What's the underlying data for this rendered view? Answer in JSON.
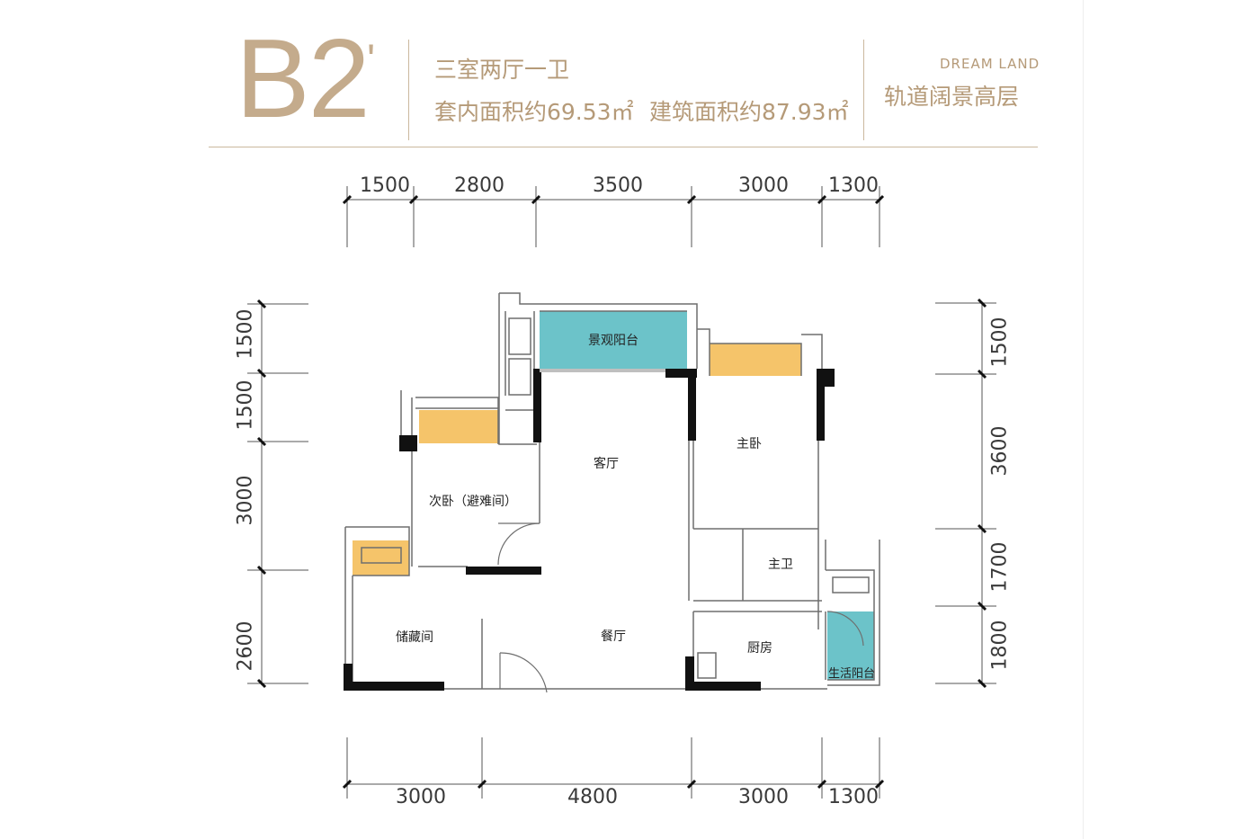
{
  "header": {
    "unit_code": "B2",
    "unit_prime": "'",
    "layout": "三室两厅一卫",
    "inner_area": "套内面积约69.53㎡",
    "building_area": "建筑面积约87.93㎡",
    "brand_en": "DREAM LAND",
    "slogan": "轨道阔景高层"
  },
  "dimensions": {
    "top": [
      "1500",
      "2800",
      "3500",
      "3000",
      "1300"
    ],
    "bottom": [
      "3000",
      "4800",
      "3000",
      "1300"
    ],
    "left": [
      "1500",
      "1500",
      "3000",
      "2600"
    ],
    "right": [
      "1500",
      "3600",
      "1700",
      "1800"
    ]
  },
  "rooms": {
    "view_balcony": "景观阳台",
    "living_room": "客厅",
    "master_bedroom": "主卧",
    "second_bedroom": "次卧（避难间）",
    "master_bath": "主卫",
    "storage": "储藏间",
    "dining_room": "餐厅",
    "kitchen": "厨房",
    "utility_balcony": "生活阳台"
  },
  "colors": {
    "accent": "#c4ab8c",
    "balcony_teal": "#6cc3c9",
    "balcony_orange": "#f5c46a",
    "wall": "#111111"
  }
}
